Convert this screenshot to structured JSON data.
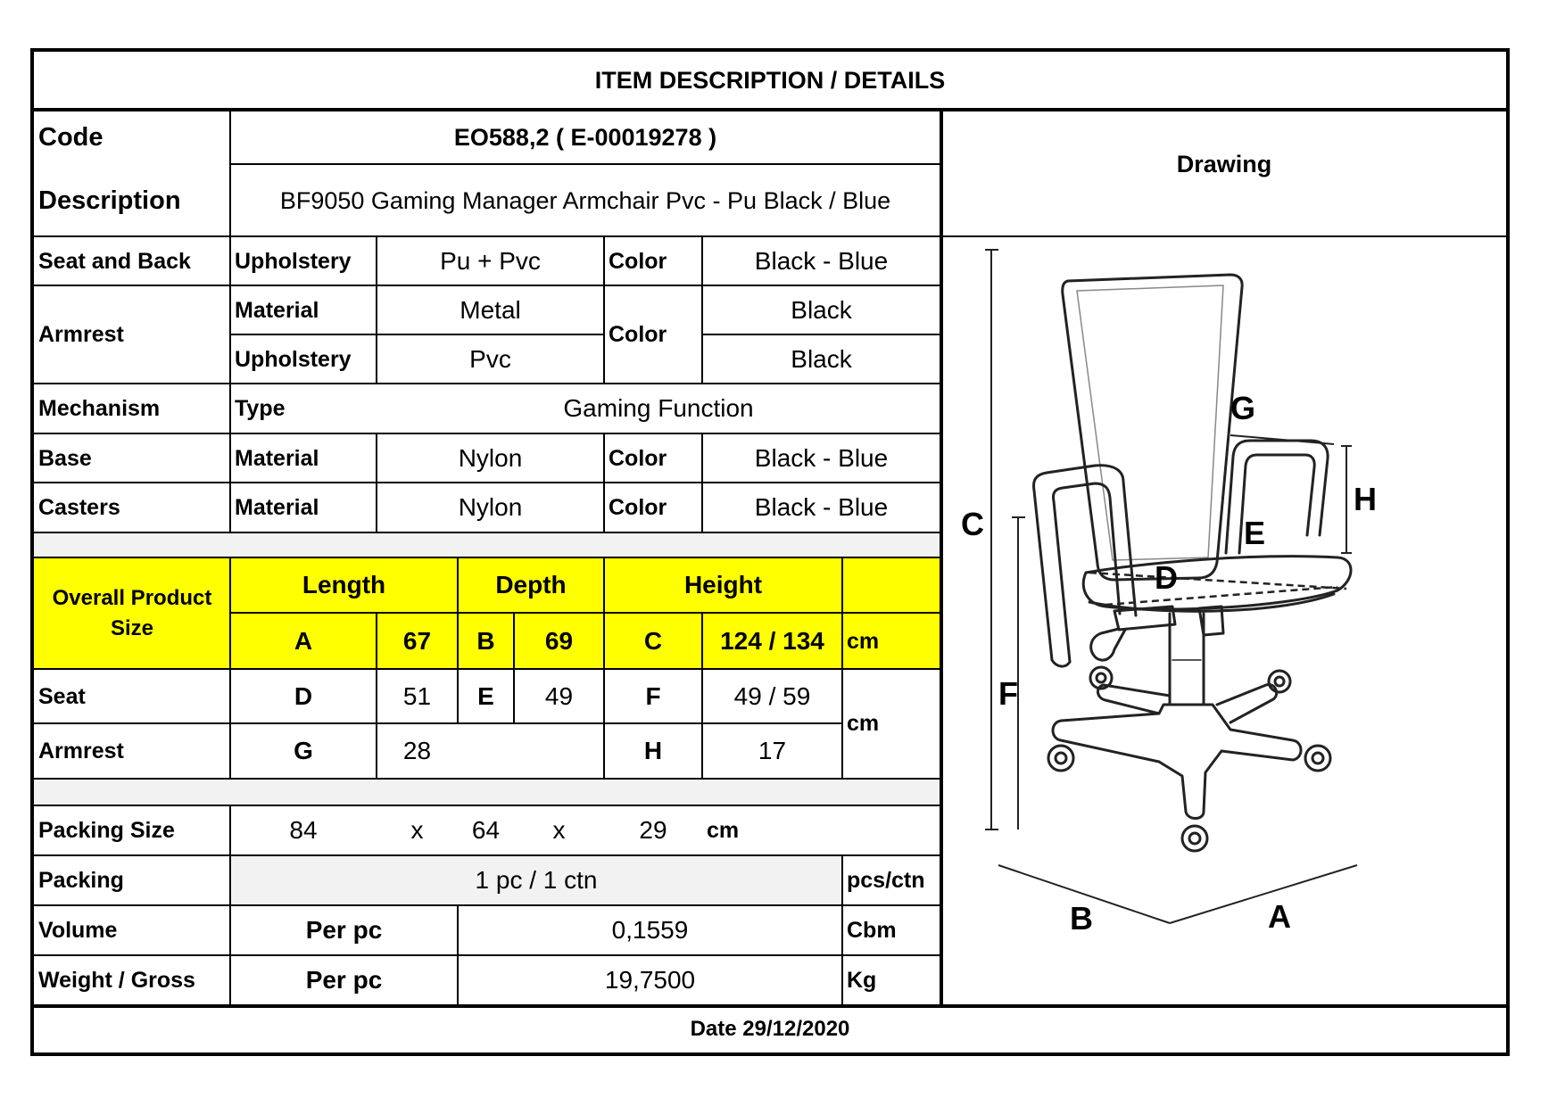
{
  "title": "ITEM DESCRIPTION / DETAILS",
  "code": {
    "label": "Code",
    "value": "EO588,2  ( E-00019278 )"
  },
  "description": {
    "label": "Description",
    "value": "BF9050 Gaming Manager Armchair Pvc - Pu Black / Blue"
  },
  "drawing_label": "Drawing",
  "seat_and_back": {
    "label": "Seat and Back",
    "upholstery_label": "Upholstery",
    "upholstery": "Pu + Pvc",
    "color_label": "Color",
    "color": "Black - Blue"
  },
  "armrest": {
    "label": "Armrest",
    "material_label": "Material",
    "material": "Metal",
    "upholstery_label": "Upholstery",
    "upholstery": "Pvc",
    "color_label": "Color",
    "material_color": "Black",
    "upholstery_color": "Black"
  },
  "mechanism": {
    "label": "Mechanism",
    "type_label": "Type",
    "type": "Gaming Function"
  },
  "base": {
    "label": "Base",
    "material_label": "Material",
    "material": "Nylon",
    "color_label": "Color",
    "color": "Black - Blue"
  },
  "casters": {
    "label": "Casters",
    "material_label": "Material",
    "material": "Nylon",
    "color_label": "Color",
    "color": "Black - Blue"
  },
  "overall": {
    "label": "Overall Product Size",
    "length_label": "Length",
    "depth_label": "Depth",
    "height_label": "Height",
    "a_label": "A",
    "a": "67",
    "b_label": "B",
    "b": "69",
    "c_label": "C",
    "c": "124 / 134",
    "unit": "cm"
  },
  "seat": {
    "label": "Seat",
    "d_label": "D",
    "d": "51",
    "e_label": "E",
    "e": "49",
    "f_label": "F",
    "f": "49 / 59"
  },
  "armrest_dims": {
    "label": "Armrest",
    "g_label": "G",
    "g": "28",
    "h_label": "H",
    "h": "17"
  },
  "dims_unit": "cm",
  "packing_size": {
    "label": "Packing Size",
    "l": "84",
    "x1": "x",
    "w": "64",
    "x2": "x",
    "h": "29",
    "unit": "cm"
  },
  "packing": {
    "label": "Packing",
    "value": "1 pc / 1 ctn",
    "unit": "pcs/ctn"
  },
  "volume": {
    "label": "Volume",
    "per": "Per pc",
    "value": "0,1559",
    "unit": "Cbm"
  },
  "weight": {
    "label": "Weight / Gross",
    "per": "Per pc",
    "value": "19,7500",
    "unit": "Kg"
  },
  "date": "Date 29/12/2020",
  "drawing_letters": {
    "a": "A",
    "b": "B",
    "c": "C",
    "d": "D",
    "e": "E",
    "f": "F",
    "g": "G",
    "h": "H"
  }
}
